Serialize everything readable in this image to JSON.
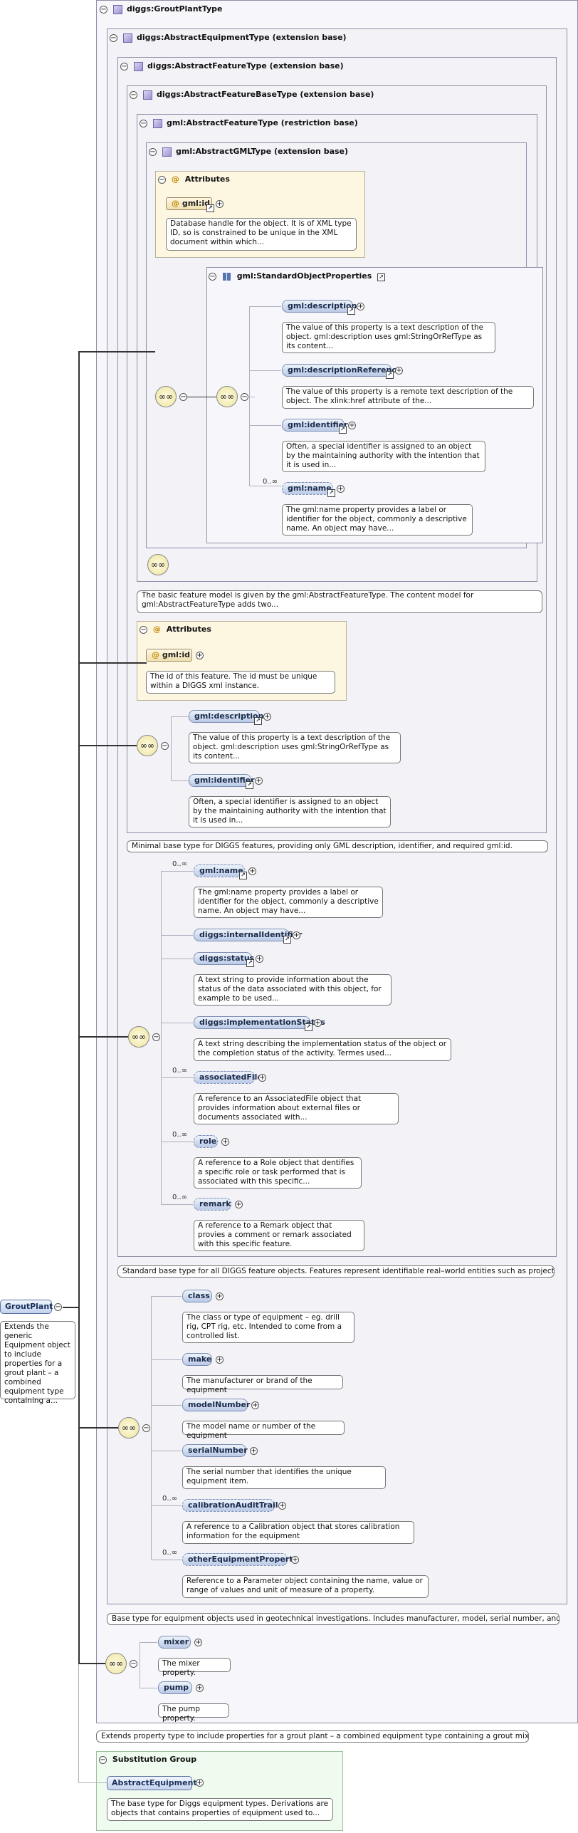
{
  "root": {
    "name": "GroutPlant",
    "doc": "Extends the generic Equipment object to include properties for a grout plant – a combined equipment type containing a..."
  },
  "outer": {
    "title": "diggs:GroutPlantType",
    "note": "Extends property type to include properties for a grout plant – a combined equipment type containing a grout mixer and..."
  },
  "equip": {
    "title": "diggs:AbstractEquipmentType (extension base)",
    "note": "Base type for equipment objects used in geotechnical investigations. Includes manufacturer, model, serial number, and..."
  },
  "feature": {
    "title": "diggs:AbstractFeatureType (extension base)",
    "note": "Standard base type for all DIGGS feature objects. Features represent identifiable real–world entities such as projects,..."
  },
  "featurebase": {
    "title": "diggs:AbstractFeatureBaseType (extension base)",
    "note": "Minimal base type for DIGGS features, providing only GML description, identifier, and required gml:id."
  },
  "gmlfeature": {
    "title": "gml:AbstractFeatureType (restriction base)",
    "note": "The basic feature model is given by the gml:AbstractFeatureType. The content model for gml:AbstractFeatureType adds two..."
  },
  "gmlgml": {
    "title": "gml:AbstractGMLType (extension base)"
  },
  "attrs1": {
    "title": "Attributes",
    "name": "gml:id",
    "doc": "Database handle for the object. It is of XML type ID, so is constrained to be unique in the XML document within which..."
  },
  "sop": {
    "title": "gml:StandardObjectProperties",
    "items": [
      {
        "name": "gml:description",
        "doc": "The value of this property is a text description of the object. gml:description uses gml:StringOrRefType as its content..."
      },
      {
        "name": "gml:descriptionReference",
        "doc": "The value of this property is a remote text description of the object. The xlink:href attribute of the..."
      },
      {
        "name": "gml:identifier",
        "doc": "Often, a special identifier is assigned to an object by the maintaining authority with the intention that it is used in..."
      },
      {
        "name": "gml:name",
        "card": "0..∞",
        "doc": "The gml:name property provides a label or identifier for the object, commonly a descriptive name. An object may have..."
      }
    ]
  },
  "attrs2": {
    "title": "Attributes",
    "name": "gml:id",
    "doc": "The id of this feature. The id must be unique within a DIGGS xml instance."
  },
  "fb": {
    "items": [
      {
        "name": "gml:description",
        "doc": "The value of this property is a text description of the object. gml:description uses gml:StringOrRefType as its content..."
      },
      {
        "name": "gml:identifier",
        "doc": "Often, a special identifier is assigned to an object by the maintaining authority with the intention that it is used in..."
      }
    ]
  },
  "feat": {
    "items": [
      {
        "name": "gml:name",
        "card": "0..∞",
        "doc": "The gml:name property provides a label or identifier for the object, commonly a descriptive name. An object may have..."
      },
      {
        "name": "diggs:internalIdentifier",
        "doc": ""
      },
      {
        "name": "diggs:status",
        "doc": "A text string to provide information about the status of the data associated with this object, for example to be used..."
      },
      {
        "name": "diggs:implementationStatus",
        "doc": "A text string describing the implementation status of the object or the completion status of the activity. Termes used..."
      },
      {
        "name": "associatedFile",
        "card": "0..∞",
        "doc": "A reference to an AssociatedFile object that provides information about external files or documents associated with..."
      },
      {
        "name": "role",
        "card": "0..∞",
        "doc": "A reference to a Role object that dentifies a specific role or task performed that is associated with this specific..."
      },
      {
        "name": "remark",
        "card": "0..∞",
        "doc": "A reference to a Remark object that provies a comment or remark associated with this specific feature."
      }
    ]
  },
  "eq": {
    "items": [
      {
        "name": "class",
        "doc": "The class or type of equipment – eg. drill rig, CPT rig, etc. Intended to come from a controlled list."
      },
      {
        "name": "make",
        "doc": "The manufacturer or brand of the equipment"
      },
      {
        "name": "modelNumber",
        "doc": "The model name or number of the equipment"
      },
      {
        "name": "serialNumber",
        "doc": "The serial number that identifies the unique equipment item."
      },
      {
        "name": "calibrationAuditTrail",
        "card": "0..∞",
        "doc": "A reference to a Calibration object that stores calibration information for the equipment"
      },
      {
        "name": "otherEquipmentProperty",
        "card": "0..∞",
        "doc": "Reference to a Parameter object containing the name, value or range of values and unit of measure of a property."
      }
    ]
  },
  "gp": {
    "items": [
      {
        "name": "mixer",
        "doc": "The mixer property."
      },
      {
        "name": "pump",
        "doc": "The pump property."
      }
    ]
  },
  "subst": {
    "title": "Substitution Group",
    "name": "AbstractEquipment",
    "doc": "The base type for Diggs equipment types. Derivations are objects that contains properties of equipment used to..."
  },
  "glyphs": {
    "expand": "⊖",
    "plus": "+",
    "minus": "−",
    "link": "↗",
    "seq": "∞∞",
    "attr": "@"
  }
}
